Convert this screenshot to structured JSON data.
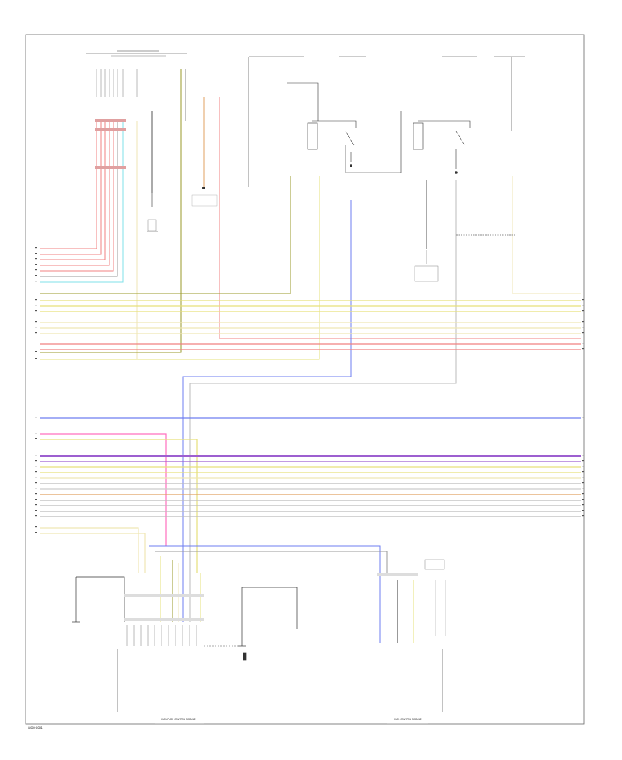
{
  "diagram": {
    "figure_id": "W0000001",
    "bottom_labels": {
      "left_module": "FUEL PUMP CONTROL MODULE",
      "right_module": "FUEL CONTROL MODULE"
    },
    "colors": {
      "red": "#f08080",
      "pink": "#ff6fbf",
      "yellow": "#e6e07a",
      "pale_yellow": "#efe6b4",
      "olive": "#9a9a2a",
      "blue": "#6d7df0",
      "purple": "#9d5fd0",
      "cyan": "#7fe0e8",
      "gray": "#9a9a9a",
      "black": "#222222",
      "orange": "#e0a060",
      "green": "#8ab04a"
    }
  }
}
